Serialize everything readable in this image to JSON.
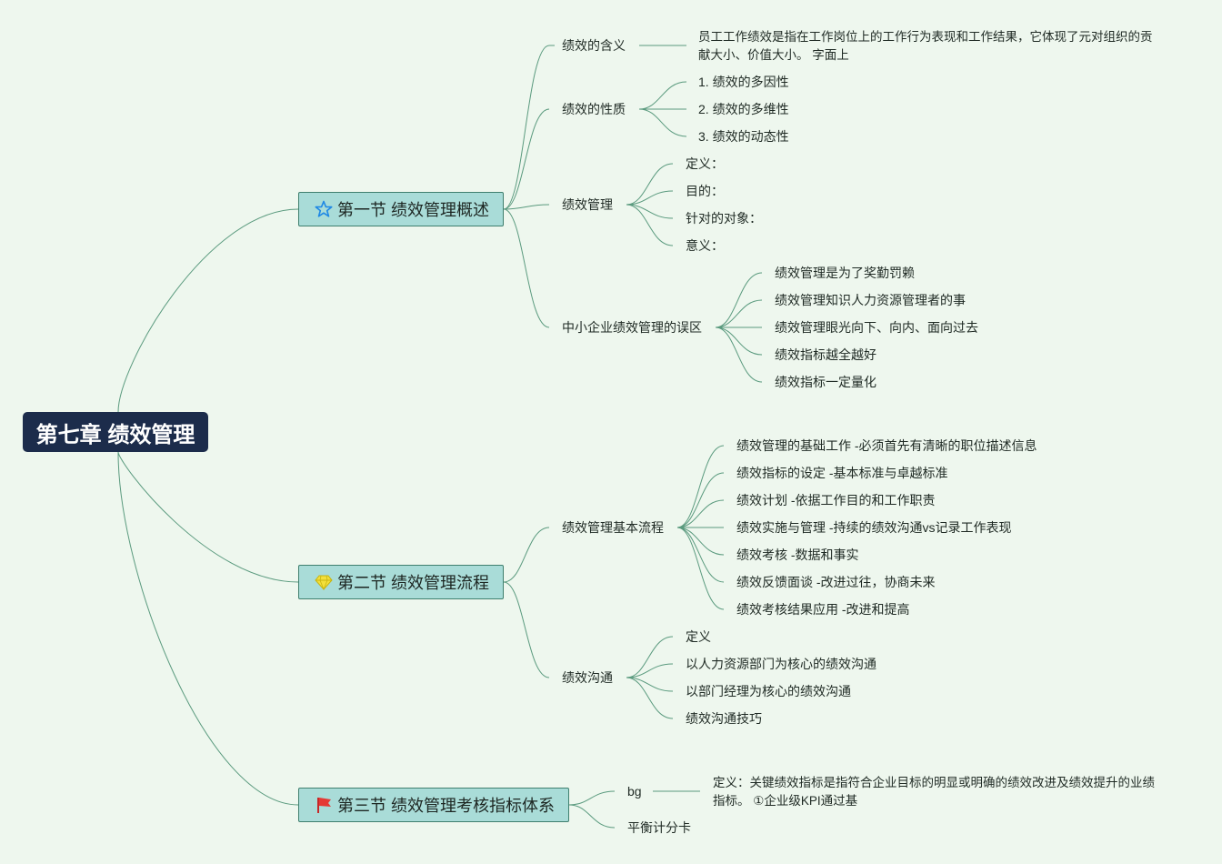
{
  "root": {
    "title": "第七章 绩效管理"
  },
  "sections": [
    {
      "title": "第一节 绩效管理概述",
      "icon": "star-icon",
      "topics": [
        {
          "label": "绩效的含义",
          "details": [
            "员工工作绩效是指在工作岗位上的工作行为表现和工作结果，它体现了元对组织的贡献大小、价值大小。 字面上"
          ]
        },
        {
          "label": "绩效的性质",
          "details": [
            "1. 绩效的多因性",
            "2. 绩效的多维性",
            "3. 绩效的动态性"
          ]
        },
        {
          "label": "绩效管理",
          "details": [
            "定义：",
            "目的：",
            "针对的对象：",
            "意义："
          ]
        },
        {
          "label": "中小企业绩效管理的误区",
          "details": [
            "绩效管理是为了奖勤罚赖",
            "绩效管理知识人力资源管理者的事",
            "绩效管理眼光向下、向内、面向过去",
            "绩效指标越全越好",
            "绩效指标一定量化"
          ]
        }
      ]
    },
    {
      "title": "第二节 绩效管理流程",
      "icon": "diamond-icon",
      "topics": [
        {
          "label": "绩效管理基本流程",
          "details": [
            "绩效管理的基础工作 -必须首先有清晰的职位描述信息",
            "绩效指标的设定 -基本标准与卓越标准",
            "绩效计划 -依据工作目的和工作职责",
            "绩效实施与管理 -持续的绩效沟通vs记录工作表现",
            "绩效考核 -数据和事实",
            "绩效反馈面谈 -改进过往，协商未来",
            "绩效考核结果应用 -改进和提高"
          ]
        },
        {
          "label": "绩效沟通",
          "details": [
            "定义",
            "以人力资源部门为核心的绩效沟通",
            "以部门经理为核心的绩效沟通",
            "绩效沟通技巧"
          ]
        }
      ]
    },
    {
      "title": "第三节 绩效管理考核指标体系",
      "icon": "red-flag-icon",
      "topics": [
        {
          "label": "bg",
          "details": [
            "定义：关键绩效指标是指符合企业目标的明显或明确的绩效改进及绩效提升的业绩指标。 ①企业级KPI通过基"
          ]
        },
        {
          "label": "平衡计分卡",
          "details": []
        }
      ]
    }
  ]
}
